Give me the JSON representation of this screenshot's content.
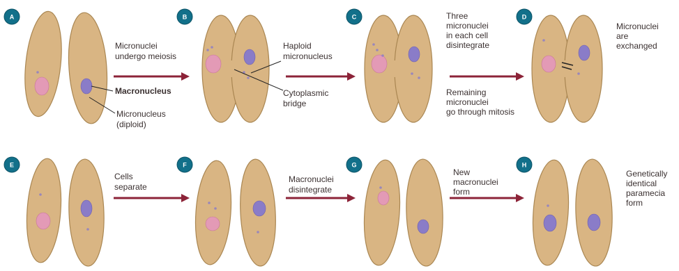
{
  "colors": {
    "badge": "#12708a",
    "cell_fill": "#d9b583",
    "cell_stroke": "#a98652",
    "macronucleus": "#e39ab6",
    "micronucleus": "#8a7cc8",
    "arrow": "#8c2338",
    "text": "#3a3030"
  },
  "stages": {
    "A": {
      "letter": "A"
    },
    "B": {
      "letter": "B"
    },
    "C": {
      "letter": "C"
    },
    "D": {
      "letter": "D"
    },
    "E": {
      "letter": "E"
    },
    "F": {
      "letter": "F"
    },
    "G": {
      "letter": "G"
    },
    "H": {
      "letter": "H"
    }
  },
  "labels": {
    "meiosis": [
      "Micronuclei",
      "undergo meiosis"
    ],
    "macronucleus": [
      "Macronucleus"
    ],
    "micronucleus_diploid": [
      "Micronucleus",
      "(diploid)"
    ],
    "haploid": [
      "Haploid",
      "micronucleus"
    ],
    "cytoplasmic_bridge": [
      "Cytoplasmic",
      "bridge"
    ],
    "three_disintegrate": [
      "Three",
      "micronuclei",
      "in each cell",
      "disintegrate"
    ],
    "remaining_mitosis": [
      "Remaining",
      "micronuclei",
      "go through mitosis"
    ],
    "exchanged": [
      "Micronuclei",
      "are",
      "exchanged"
    ],
    "cells_separate": [
      "Cells",
      "separate"
    ],
    "macro_disintegrate": [
      "Macronuclei",
      "disintegrate"
    ],
    "new_macro": [
      "New",
      "macronuclei",
      "form"
    ],
    "identical": [
      "Genetically",
      "identical",
      "paramecia",
      "form"
    ]
  }
}
